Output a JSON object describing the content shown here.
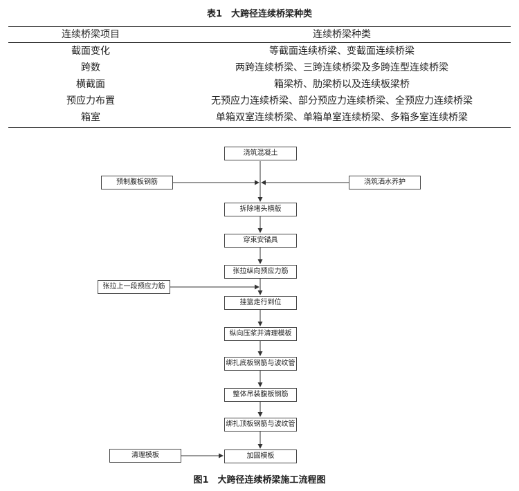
{
  "table": {
    "caption": "表1　大跨径连续桥梁种类",
    "headers": [
      "连续桥梁项目",
      "连续桥梁种类"
    ],
    "rows": [
      [
        "截面变化",
        "等截面连续桥梁、变截面连续桥梁"
      ],
      [
        "跨数",
        "两跨连续桥梁、三跨连续桥梁及多跨连型连续桥梁"
      ],
      [
        "横截面",
        "箱梁桥、肋梁桥以及连续板梁桥"
      ],
      [
        "预应力布置",
        "无预应力连续桥梁、部分预应力连续桥梁、全预应力连续桥梁"
      ],
      [
        "箱室",
        "单箱双室连续桥梁、单箱单室连续桥梁、多箱多室连续桥梁"
      ]
    ]
  },
  "flowchart": {
    "caption": "图1　大跨径连续桥梁施工流程图",
    "steps": [
      "浇筑混凝土",
      "拆除堵头横版",
      "穿束安锚具",
      "张拉纵向预应力筋",
      "挂篮走行到位",
      "纵向压浆并清理模板",
      "绑扎底板钢筋与波纹管",
      "整体吊装腹板钢筋",
      "绑扎顶板钢筋与波纹管",
      "加固模板"
    ],
    "side_inputs": {
      "left_1": "预制腹板钢筋",
      "right_1": "浇筑洒水养护",
      "left_2": "张拉上一段预应力筋",
      "left_3": "清理模板"
    }
  }
}
